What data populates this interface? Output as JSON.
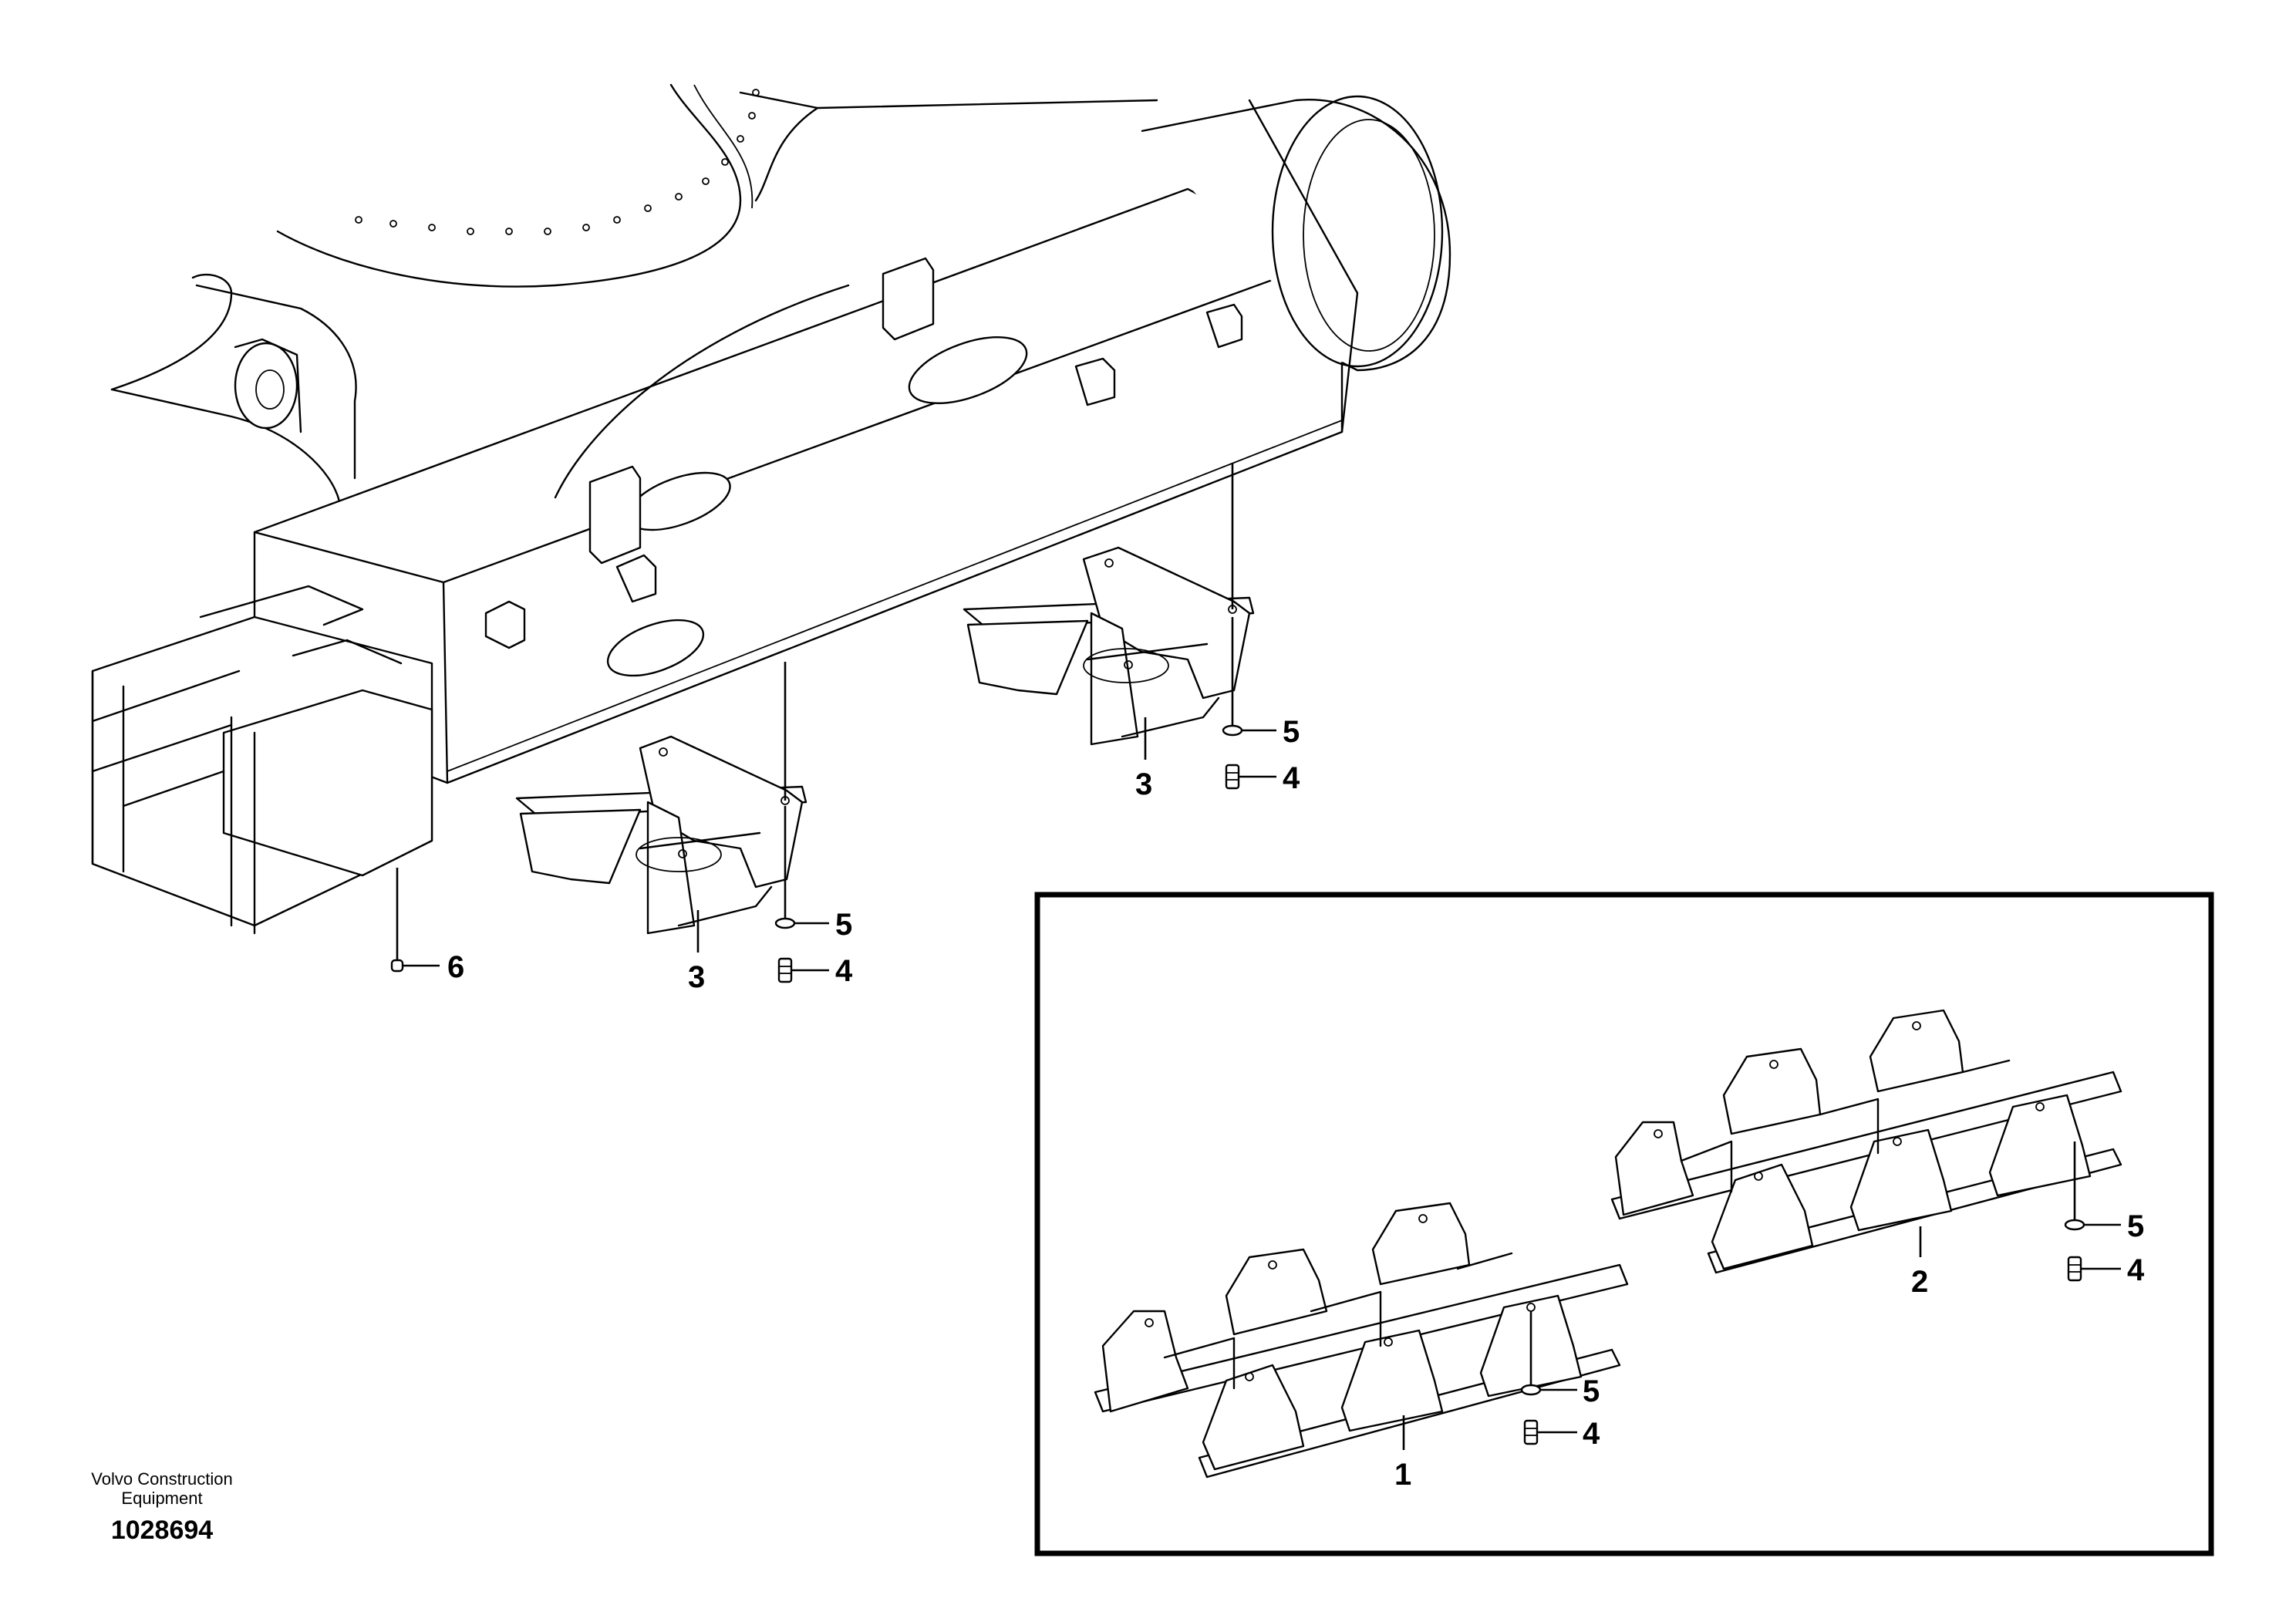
{
  "callouts": {
    "c1": "1",
    "c2": "2",
    "c3a": "3",
    "c3b": "3",
    "c4a": "4",
    "c4b": "4",
    "c4c": "4",
    "c4d": "4",
    "c5a": "5",
    "c5b": "5",
    "c5c": "5",
    "c5d": "5",
    "c6": "6"
  },
  "footer": {
    "company_line1": "Volvo Construction",
    "company_line2": "Equipment",
    "drawing_number": "1028694"
  }
}
